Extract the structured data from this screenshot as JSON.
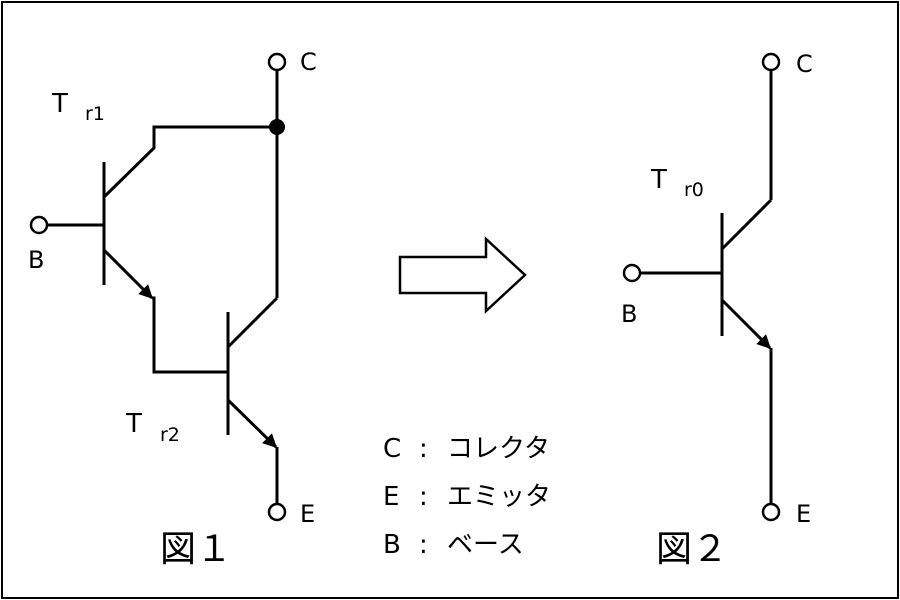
{
  "figure1": {
    "caption": "図１",
    "tr1": {
      "main": "T",
      "sub": "r1"
    },
    "tr2": {
      "main": "T",
      "sub": "r2"
    },
    "terminal_c": "C",
    "terminal_b": "B",
    "terminal_e": "E"
  },
  "figure2": {
    "caption": "図２",
    "tr0": {
      "main": "T",
      "sub": "r0"
    },
    "terminal_c": "C",
    "terminal_b": "B",
    "terminal_e": "E"
  },
  "legend": [
    {
      "key": "C",
      "sep": ":",
      "value": "コレクタ"
    },
    {
      "key": "E",
      "sep": ":",
      "value": "エミッタ"
    },
    {
      "key": "B",
      "sep": ":",
      "value": "ベース"
    }
  ]
}
